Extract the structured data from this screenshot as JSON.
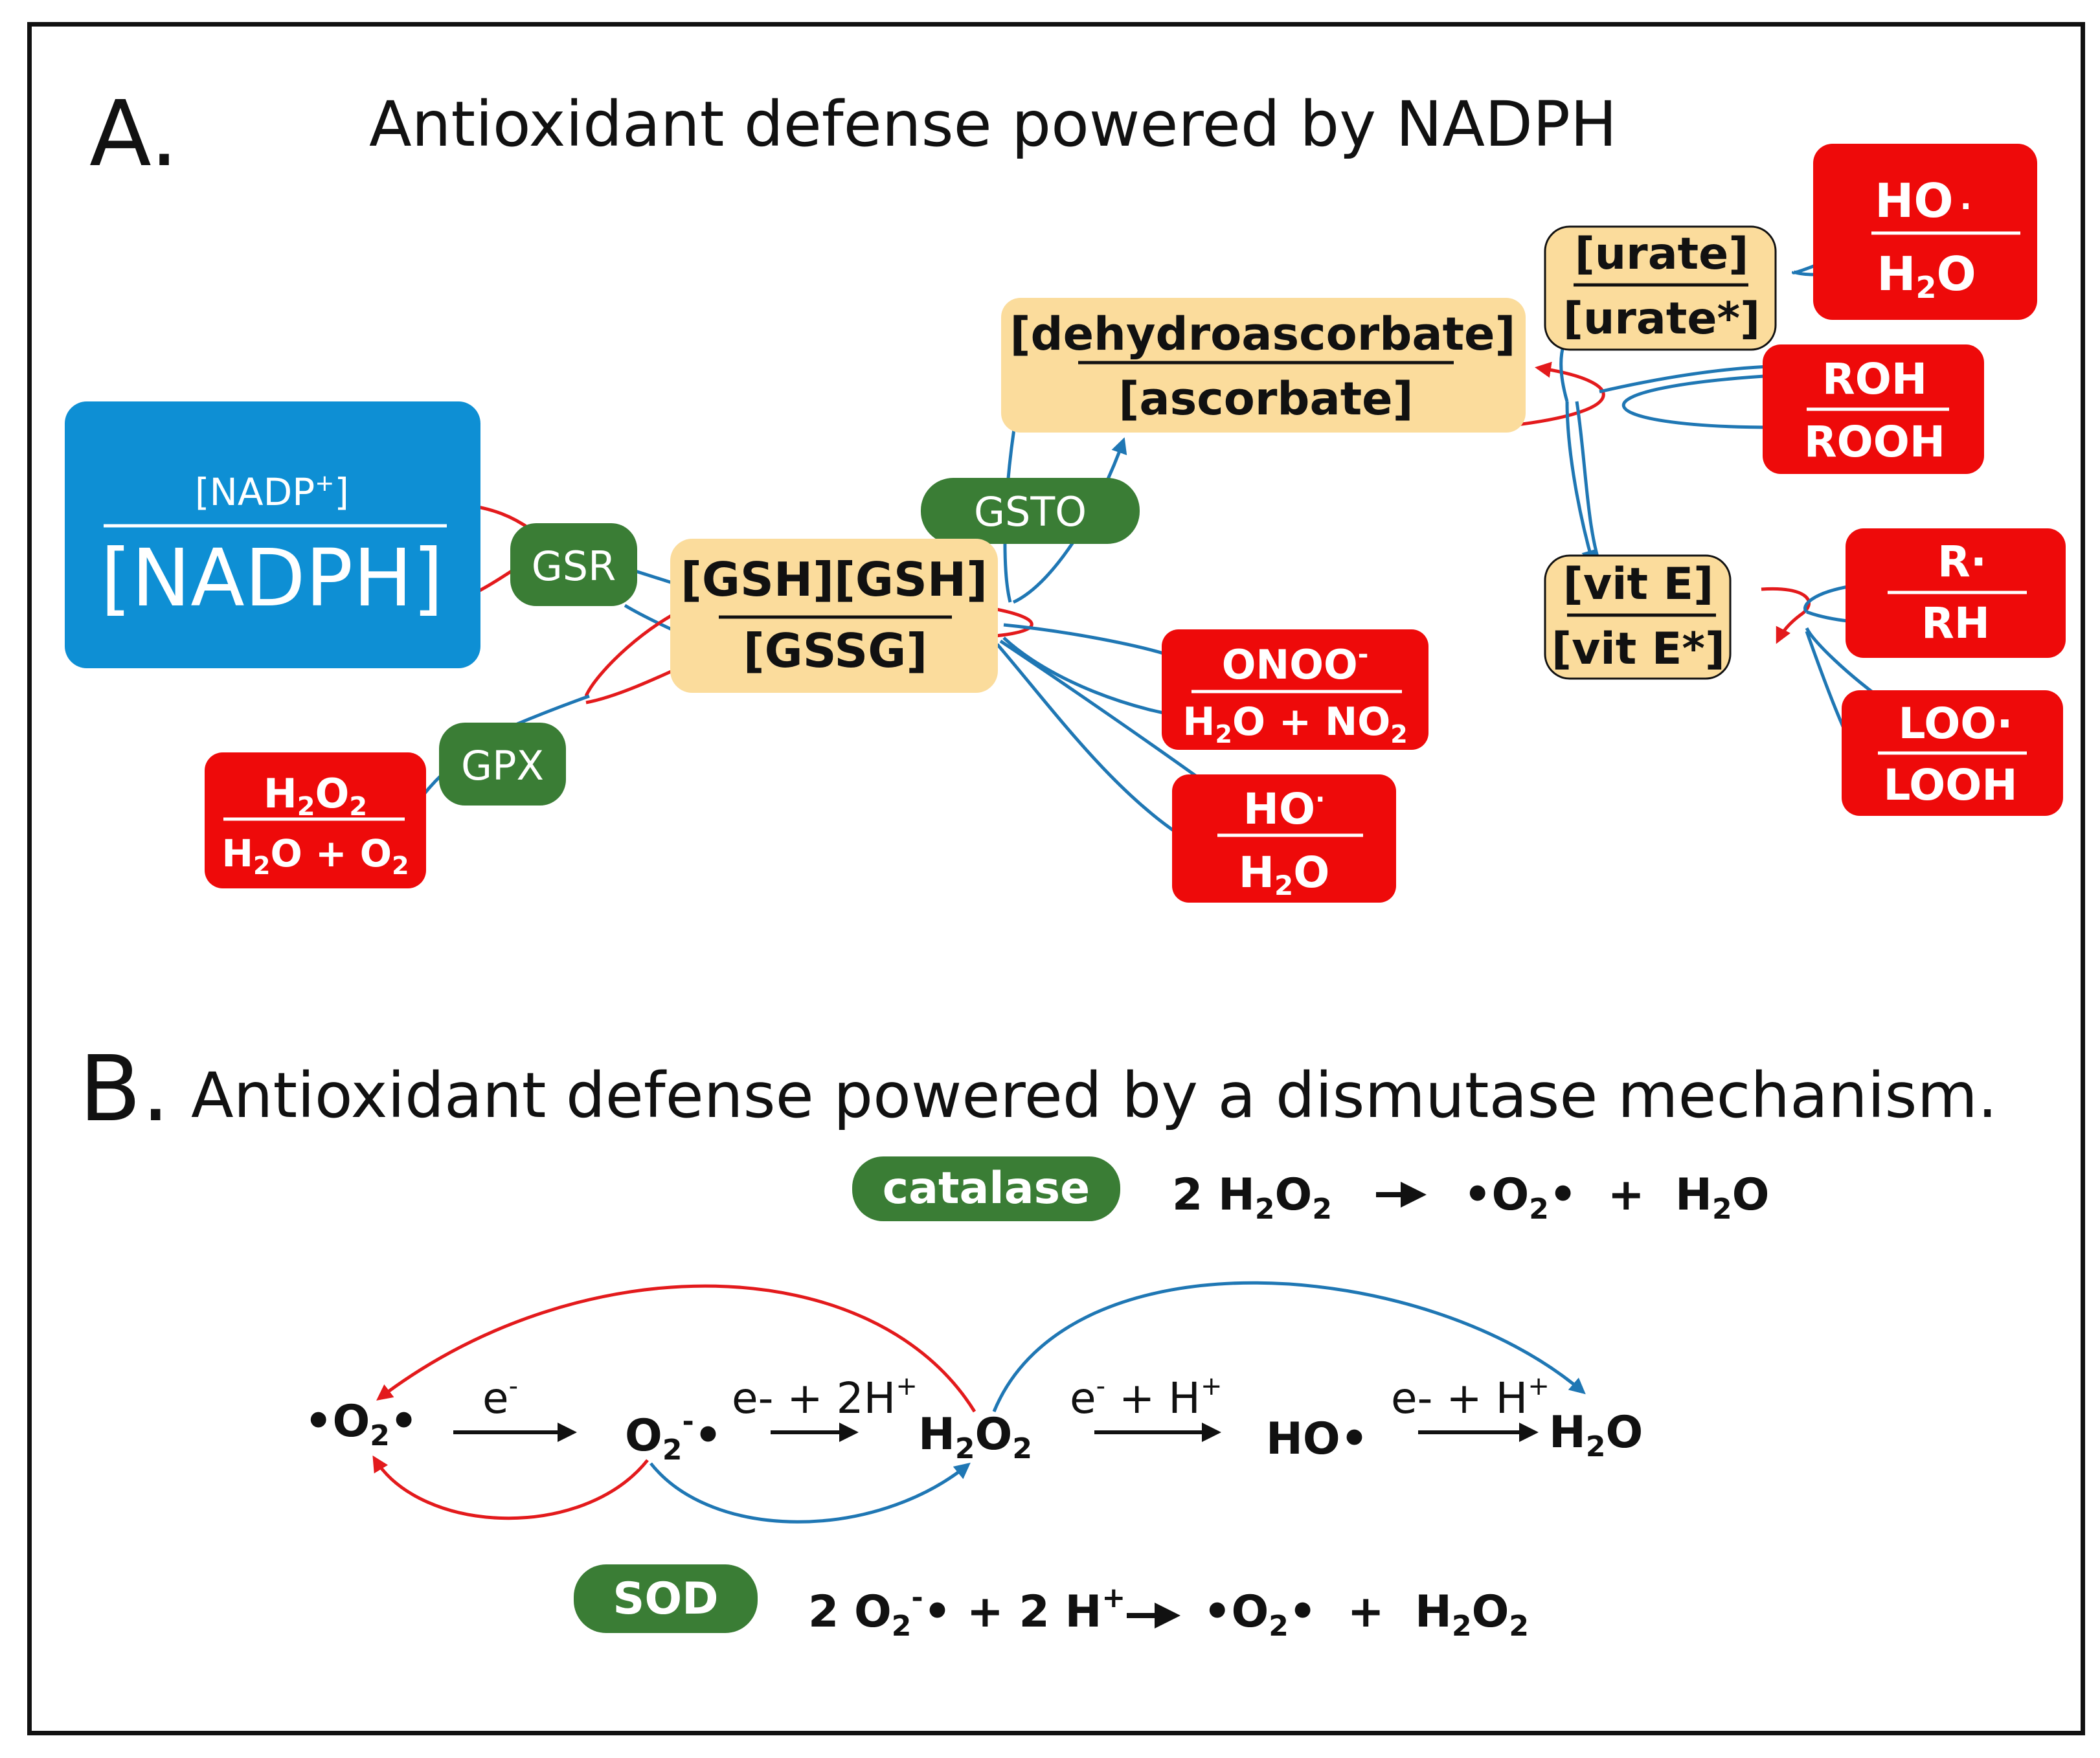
{
  "panel_a": {
    "letter": "A.",
    "title": "Antioxidant defense powered by NADPH",
    "nadph_box": {
      "numerator": "[NADP",
      "numerator_sup": "+",
      "numerator_close": "]",
      "denominator": "[NADPH]"
    },
    "enzymes": {
      "gsr": "GSR",
      "gpx": "GPX",
      "gsto": "GSTO"
    },
    "gsh_box": {
      "numerator": "[GSH][GSH]",
      "denominator": "[GSSG]"
    },
    "ascorbate_box": {
      "numerator": "[dehydroascorbate]",
      "denominator": "[ascorbate]"
    },
    "urate_box": {
      "numerator": "[urate]",
      "denominator": "[urate*]"
    },
    "vite_box": {
      "numerator": "[vit E]",
      "denominator": "[vit E*]"
    },
    "h2o2_box": {
      "num_a": "H",
      "num_s1": "2",
      "num_b": "O",
      "num_s2": "2",
      "den_a": "H",
      "den_s1": "2",
      "den_b": "O + O",
      "den_s2": "2"
    },
    "onoo_box": {
      "num": "ONOO",
      "num_sup": "-",
      "den_a": "H",
      "den_s1": "2",
      "den_b": "O + NO",
      "den_s2": "2"
    },
    "ho_box_gsh": {
      "num": "HO",
      "num_sup": "·",
      "den_a": "H",
      "den_s1": "2",
      "den_b": "O"
    },
    "ho_box_urate": {
      "num": "HO",
      "num_dot": "·",
      "den_a": "H",
      "den_s1": "2",
      "den_b": "O"
    },
    "roh_box": {
      "numerator": "ROH",
      "denominator": "ROOH"
    },
    "r_box": {
      "numerator": "R·",
      "denominator": "RH"
    },
    "loo_box": {
      "numerator": "LOO·",
      "denominator": "LOOH"
    }
  },
  "panel_b": {
    "letter": "B.",
    "title": "Antioxidant defense powered by a dismutase mechanism.",
    "catalase": {
      "label": "catalase",
      "eq_a": "2 H",
      "eq_s1": "2",
      "eq_b": "O",
      "eq_s2": "2",
      "eq_c": "•O",
      "eq_s3": "2",
      "eq_d": "•  +  H",
      "eq_s4": "2",
      "eq_e": "O"
    },
    "sod": {
      "label": "SOD",
      "eq_a": "2 O",
      "eq_s1": "2",
      "eq_sup1": "-",
      "eq_b": "• + 2 H",
      "eq_sup2": "+",
      "eq_c": "•O",
      "eq_s2": "2",
      "eq_d": "•  +  H",
      "eq_s3": "2",
      "eq_e": "O",
      "eq_s4": "2"
    },
    "chain": {
      "o2": {
        "a": "•O",
        "s": "2",
        "b": "•"
      },
      "superoxide": {
        "a": "O",
        "s": "2",
        "sup": "-",
        "b": "•"
      },
      "h2o2": {
        "a": "H",
        "s1": "2",
        "b": "O",
        "s2": "2"
      },
      "ho": "HO•",
      "h2o": {
        "a": "H",
        "s": "2",
        "b": "O"
      },
      "step1": {
        "a": "e",
        "sup": "-"
      },
      "step2": {
        "a": "e- + 2H",
        "sup": "+"
      },
      "step3": {
        "a": "e",
        "sup1": "-",
        "b": " + H",
        "sup2": "+"
      },
      "step4": {
        "a": "e- + H",
        "sup": "+"
      }
    }
  },
  "colors": {
    "nadph": "#0e8fd4",
    "enzyme": "#3a7d35",
    "pool": "#fbdc9c",
    "ros": "#ee0a0a",
    "blue_arrow": "#1f77b4",
    "red_arrow": "#e31a1c"
  }
}
